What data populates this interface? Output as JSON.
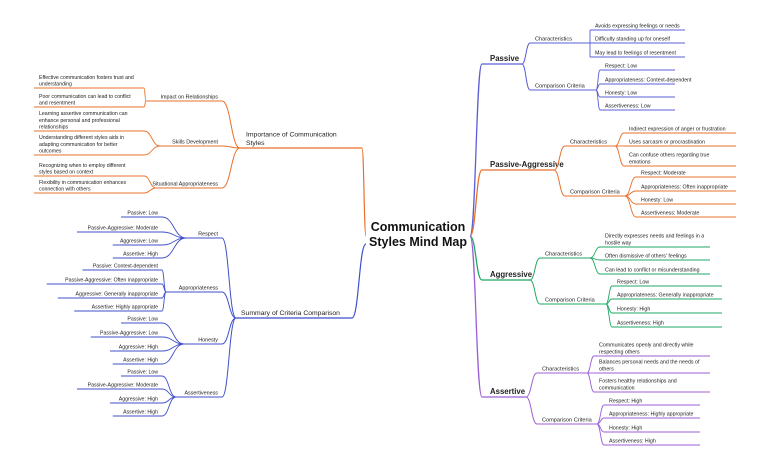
{
  "center": {
    "title_lines": [
      "Communication",
      "Styles Mind Map"
    ]
  },
  "colors": {
    "passive": "#5b5fd6",
    "passive_aggressive": "#e8702a",
    "aggressive": "#1fa864",
    "assertive": "#9c5fd6",
    "importance": "#e8702a",
    "summary": "#3f4fc9",
    "center_line": "#555555",
    "text": "#222222"
  },
  "branches": {
    "passive": {
      "label": "Passive",
      "characteristics": {
        "label": "Characteristics",
        "items": [
          "Avoids expressing feelings or needs",
          "Difficulty standing up for oneself",
          "May lead to feelings of resentment"
        ]
      },
      "criteria": {
        "label": "Comparison Criteria",
        "items": [
          "Respect: Low",
          "Appropriateness: Context-dependent",
          "Honesty: Low",
          "Assertiveness: Low"
        ]
      }
    },
    "passive_aggressive": {
      "label": "Passive-Aggressive",
      "characteristics": {
        "label": "Characteristics",
        "items": [
          [
            "Indirect expression of anger or frustration"
          ],
          [
            "Uses sarcasm or procrastination"
          ],
          [
            "Can confuse others regarding true",
            "emotions"
          ]
        ]
      },
      "criteria": {
        "label": "Comparison Criteria",
        "items": [
          "Respect: Moderate",
          "Appropriateness: Often inappropriate",
          "Honesty: Low",
          "Assertiveness: Moderate"
        ]
      }
    },
    "aggressive": {
      "label": "Aggressive",
      "characteristics": {
        "label": "Characteristics",
        "items": [
          [
            "Directly expresses needs and feelings in a",
            "hostile way"
          ],
          [
            "Often dismissive of others' feelings"
          ],
          [
            "Can lead to conflict or misunderstanding"
          ]
        ]
      },
      "criteria": {
        "label": "Comparison Criteria",
        "items": [
          "Respect: Low",
          "Appropriateness: Generally inappropriate",
          "Honesty: High",
          "Assertiveness: High"
        ]
      }
    },
    "assertive": {
      "label": "Assertive",
      "characteristics": {
        "label": "Characteristics",
        "items": [
          [
            "Communicates openly and directly while",
            "respecting others"
          ],
          [
            "Balances personal needs and the needs of",
            "others"
          ],
          [
            "Fosters healthy relationships and",
            "communication"
          ]
        ]
      },
      "criteria": {
        "label": "Comparison Criteria",
        "items": [
          "Respect: High",
          "Appropriateness: Highly appropriate",
          "Honesty: High",
          "Assertiveness: High"
        ]
      }
    },
    "importance": {
      "label_lines": [
        "Importance of Communication",
        "Styles"
      ],
      "groups": [
        {
          "label": "Impact on Relationships",
          "items": [
            [
              "Effective communication fosters trust and",
              "understanding"
            ],
            [
              "Poor communication can lead to conflict",
              "and resentment"
            ]
          ]
        },
        {
          "label": "Skills Development",
          "items": [
            [
              "Learning assertive communication can",
              "enhance personal and professional",
              "relationships"
            ],
            [
              "Understanding different styles aids in",
              "adapting communication for better",
              "outcomes"
            ]
          ]
        },
        {
          "label": "Situational Appropriateness",
          "items": [
            [
              "Recognizing when to employ different",
              "styles based on context"
            ],
            [
              "Flexibility in communication enhances",
              "connection with others"
            ]
          ]
        }
      ]
    },
    "summary": {
      "label": "Summary of Criteria Comparison",
      "groups": [
        {
          "label": "Respect",
          "items": [
            "Passive: Low",
            "Passive-Aggressive: Moderate",
            "Aggressive: Low",
            "Assertive: High"
          ]
        },
        {
          "label": "Appropriateness",
          "items": [
            "Passive: Context-dependent",
            "Passive-Aggressive: Often inappropriate",
            "Aggressive: Generally inappropriate",
            "Assertive: Highly appropriate"
          ]
        },
        {
          "label": "Honesty",
          "items": [
            "Passive: Low",
            "Passive-Aggressive: Low",
            "Aggressive: High",
            "Assertive: High"
          ]
        },
        {
          "label": "Assertiveness",
          "items": [
            "Passive: Low",
            "Passive-Aggressive: Moderate",
            "Aggressive: High",
            "Assertive: High"
          ]
        }
      ]
    }
  }
}
